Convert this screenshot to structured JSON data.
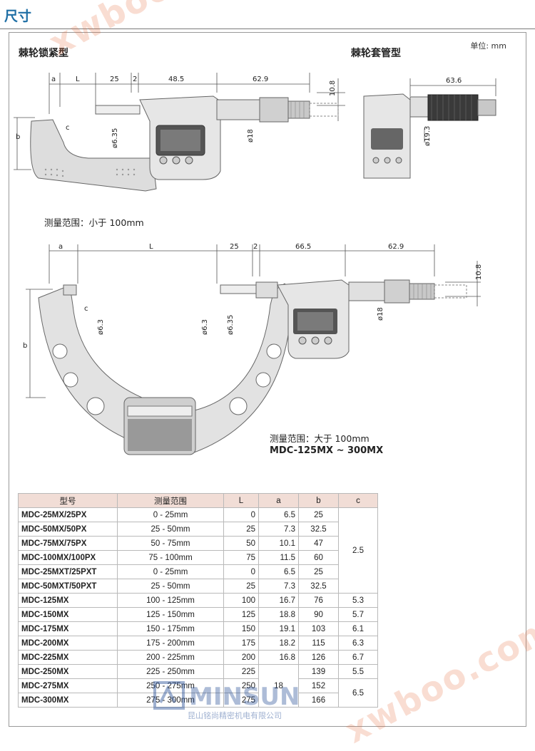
{
  "page": {
    "title": "尺寸",
    "unit": "单位: mm"
  },
  "section1": {
    "left_title": "棘轮锁紧型",
    "right_title": "棘轮套管型",
    "caption": "测量范围：小于 100mm"
  },
  "section2": {
    "caption1": "测量范围：大于 100mm",
    "caption2": "MDC-125MX ~ 300MX"
  },
  "dims_top": {
    "a": "a",
    "L": "L",
    "d25": "25",
    "d2": "2",
    "d485": "48.5",
    "d629": "62.9",
    "d108": "10.8",
    "b": "b",
    "c": "c",
    "phi635": "ø6.35",
    "phi18": "ø18"
  },
  "dims_right": {
    "d636": "63.6",
    "phi193": "ø19.3"
  },
  "dims_bottom": {
    "a": "a",
    "L": "L",
    "d25": "25",
    "d2": "2",
    "d665": "66.5",
    "d629": "62.9",
    "d108": "10.8",
    "b": "b",
    "c": "c",
    "phi63a": "ø6.3",
    "phi63b": "ø6.3",
    "phi635": "ø6.35",
    "phi18": "ø18"
  },
  "table": {
    "headers": [
      "型号",
      "测量范围",
      "L",
      "a",
      "b",
      "c"
    ],
    "rows": [
      {
        "model": "MDC-25MX/25PX",
        "range": "0 - 25mm",
        "L": "0",
        "a": "6.5",
        "b": "25"
      },
      {
        "model": "MDC-50MX/50PX",
        "range": "25 - 50mm",
        "L": "25",
        "a": "7.3",
        "b": "32.5"
      },
      {
        "model": "MDC-75MX/75PX",
        "range": "50 - 75mm",
        "L": "50",
        "a": "10.1",
        "b": "47"
      },
      {
        "model": "MDC-100MX/100PX",
        "range": "75 - 100mm",
        "L": "75",
        "a": "11.5",
        "b": "60"
      },
      {
        "model": "MDC-25MXT/25PXT",
        "range": "0 - 25mm",
        "L": "0",
        "a": "6.5",
        "b": "25"
      },
      {
        "model": "MDC-50MXT/50PXT",
        "range": "25 - 50mm",
        "L": "25",
        "a": "7.3",
        "b": "32.5"
      },
      {
        "model": "MDC-125MX",
        "range": "100 - 125mm",
        "L": "100",
        "a": "16.7",
        "b": "76",
        "c": "5.3"
      },
      {
        "model": "MDC-150MX",
        "range": "125 - 150mm",
        "L": "125",
        "a": "18.8",
        "b": "90",
        "c": "5.7"
      },
      {
        "model": "MDC-175MX",
        "range": "150 - 175mm",
        "L": "150",
        "a": "19.1",
        "b": "103",
        "c": "6.1"
      },
      {
        "model": "MDC-200MX",
        "range": "175 - 200mm",
        "L": "175",
        "a": "18.2",
        "b": "115",
        "c": "6.3"
      },
      {
        "model": "MDC-225MX",
        "range": "200 - 225mm",
        "L": "200",
        "a": "16.8",
        "b": "126",
        "c": "6.7"
      },
      {
        "model": "MDC-250MX",
        "range": "225 - 250mm",
        "L": "225",
        "b": "139",
        "c": "5.5"
      },
      {
        "model": "MDC-275MX",
        "range": "250 - 275mm",
        "L": "250",
        "b": "152"
      },
      {
        "model": "MDC-300MX",
        "range": "275 - 300mm",
        "L": "275",
        "b": "166"
      }
    ],
    "merged": {
      "c_group1": "2.5",
      "a_group": "18",
      "c_group2": "6.5"
    }
  },
  "watermark": "xwboo.com",
  "logo": {
    "name": "MINSUN",
    "subtitle": "昆山铭尚精密机电有限公司"
  }
}
